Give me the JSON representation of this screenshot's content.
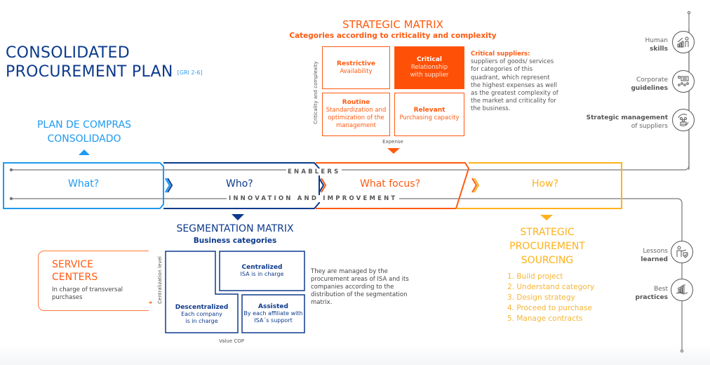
{
  "header": {
    "title_line1": "CONSOLIDATED",
    "title_line2": "PROCUREMENT PLAN",
    "gri_tag": "[GRI 2-6]",
    "plan_compras_line1": "PLAN DE COMPRAS",
    "plan_compras_line2": "CONSOLIDADO"
  },
  "strategic_matrix": {
    "title": "STRATEGIC MATRIX",
    "subtitle": "Categories according to criticality and complexity",
    "y_axis": "Criticality and complexity",
    "x_axis": "Expense",
    "cells": [
      {
        "name": "Restrictive",
        "desc": "Availability"
      },
      {
        "name": "Critical",
        "desc_line1": "Relationship",
        "desc_line2": "with supplier"
      },
      {
        "name": "Routine",
        "desc_line1": "Standardization and",
        "desc_line2": "optimization of the",
        "desc_line3": "management"
      },
      {
        "name": "Relevant",
        "desc": "Purchasing capacity"
      }
    ],
    "note_title": "Critical suppliers:",
    "note_body": "suppliers of goods/ services for categories of this quadrant, which represent the highest expenses as well as the greatest complexity of the market and criticality for the business."
  },
  "enablers": {
    "top": [
      {
        "line1": "Human",
        "line2": "skills",
        "icon": "growth-chart-person-icon"
      },
      {
        "line1": "Corporate",
        "line2": "guidelines",
        "icon": "presentation-icon"
      },
      {
        "line1": "Strategic management",
        "line2": "of suppliers",
        "icon": "team-cycle-icon"
      }
    ],
    "bottom": [
      {
        "line1": "Lessons",
        "line2": "learned",
        "icon": "person-shield-icon"
      },
      {
        "line1": "Best",
        "line2": "practices",
        "icon": "hand-chart-icon"
      }
    ]
  },
  "band": {
    "stages": [
      "What?",
      "Who?",
      "What focus?",
      "How?"
    ],
    "enablers_label": "ENABLERS",
    "innovation_label": "INNOVATION AND IMPROVEMENT"
  },
  "colors": {
    "light_blue": "#1e9af0",
    "dark_blue": "#0d3a8c",
    "orange": "#ff5a10",
    "yellow": "#ffb11b",
    "gray_line": "#777777"
  },
  "segmentation": {
    "title": "SEGMENTATION MATRIX",
    "subtitle": "Business categories",
    "y_axis": "Centralization level",
    "x_axis": "Value COP",
    "cells": [
      {
        "name": "Centralized",
        "desc": "ISA is in charge"
      },
      {
        "name": "Descentralized",
        "desc_line1": "Each company",
        "desc_line2": "is in charge"
      },
      {
        "name": "Assisted",
        "desc_line1": "By each affiliate with",
        "desc_line2": "ISA´s support"
      }
    ],
    "note": "They are managed by the procurement areas of ISA and its companies according to the distribution of the segmentation matrix."
  },
  "service_centers": {
    "title_line1": "SERVICE",
    "title_line2": "CENTERS",
    "desc": "In charge of transversal purchases"
  },
  "sourcing": {
    "title_line1": "STRATEGIC",
    "title_line2": "PROCUREMENT",
    "title_line3": "SOURCING",
    "steps": [
      "1. Build project",
      "2. Understand category",
      "3. Design strategy",
      "4. Proceed to purchase",
      "5. Manage contracts"
    ]
  }
}
